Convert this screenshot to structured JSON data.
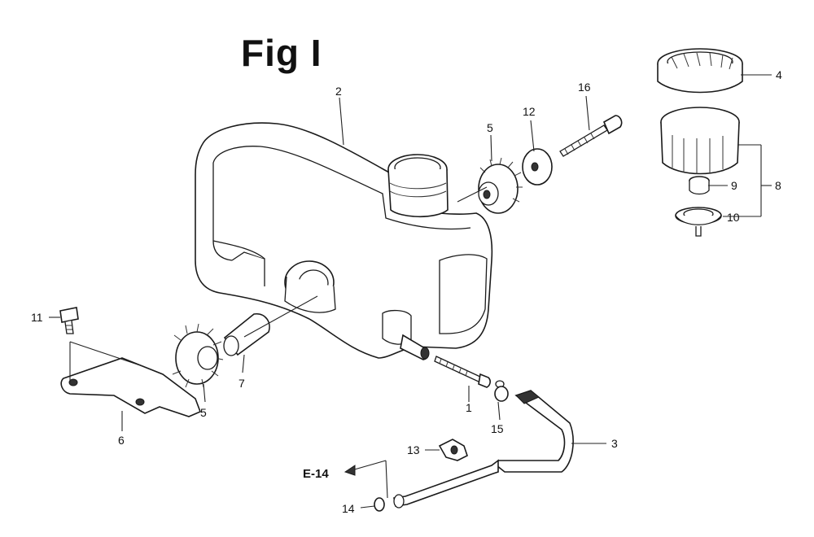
{
  "figure": {
    "title": "Fig I",
    "reference": "E-14",
    "callouts": [
      {
        "id": "c1",
        "label": "1"
      },
      {
        "id": "c2",
        "label": "2"
      },
      {
        "id": "c3",
        "label": "3"
      },
      {
        "id": "c4",
        "label": "4"
      },
      {
        "id": "c5a",
        "label": "5"
      },
      {
        "id": "c5b",
        "label": "5"
      },
      {
        "id": "c6",
        "label": "6"
      },
      {
        "id": "c7",
        "label": "7"
      },
      {
        "id": "c8",
        "label": "8"
      },
      {
        "id": "c9",
        "label": "9"
      },
      {
        "id": "c10",
        "label": "10"
      },
      {
        "id": "c11",
        "label": "11"
      },
      {
        "id": "c12",
        "label": "12"
      },
      {
        "id": "c13",
        "label": "13"
      },
      {
        "id": "c14",
        "label": "14"
      },
      {
        "id": "c15",
        "label": "15"
      },
      {
        "id": "c16",
        "label": "16"
      }
    ]
  }
}
